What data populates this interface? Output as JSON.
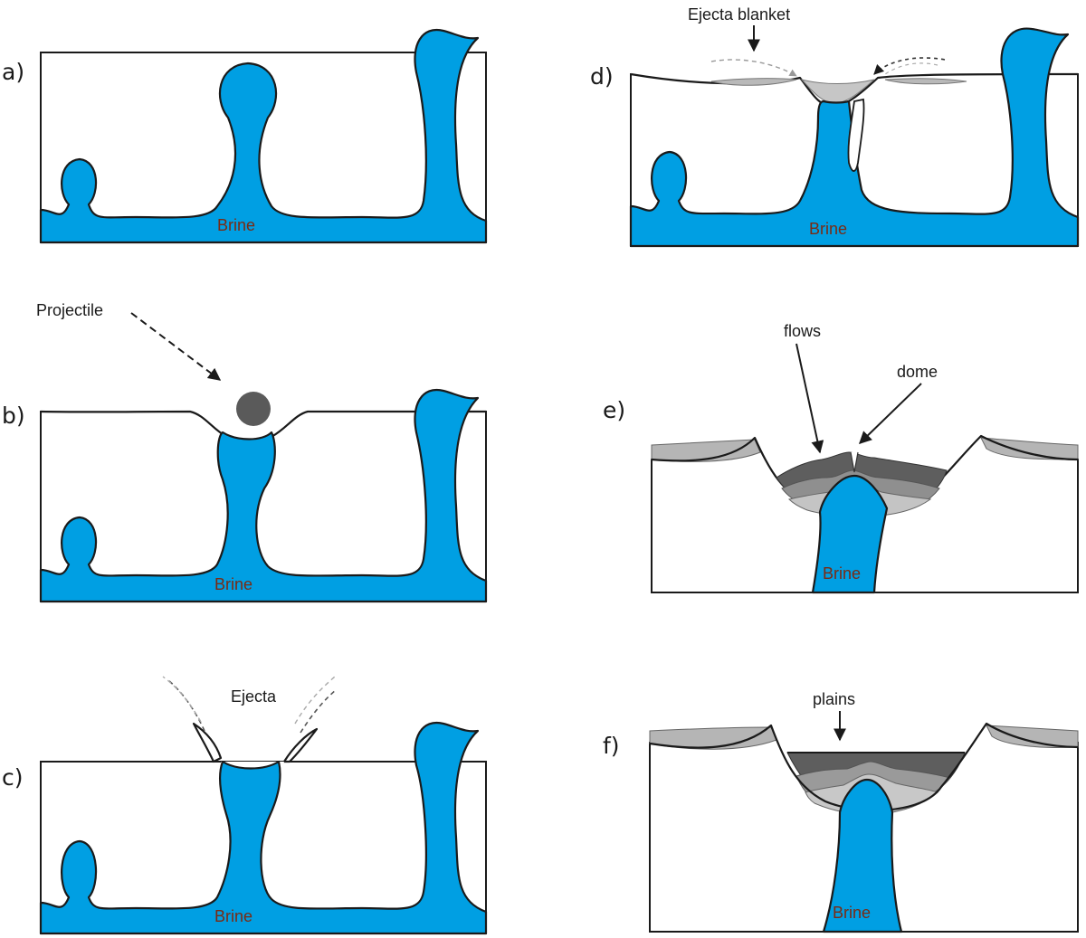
{
  "panels": {
    "a": {
      "label": "a)",
      "brine": "Brine"
    },
    "b": {
      "label": "b)",
      "brine": "Brine",
      "projectile": "Projectile"
    },
    "c": {
      "label": "c)",
      "brine": "Brine",
      "ejecta": "Ejecta"
    },
    "d": {
      "label": "d)",
      "brine": "Brine",
      "ejecta_blanket": "Ejecta blanket"
    },
    "e": {
      "label": "e)",
      "brine": "Brine",
      "flows": "flows",
      "dome": "dome"
    },
    "f": {
      "label": "f)",
      "brine": "Brine",
      "plains": "plains"
    }
  },
  "colors": {
    "brine": "#009fe3",
    "outline": "#1a1a1a",
    "projectile": "#5a5a5a",
    "ejecta_light": "#c8c8c8",
    "ejecta_mid": "#9a9a9a",
    "ejecta_dark": "#5e5e5e"
  }
}
